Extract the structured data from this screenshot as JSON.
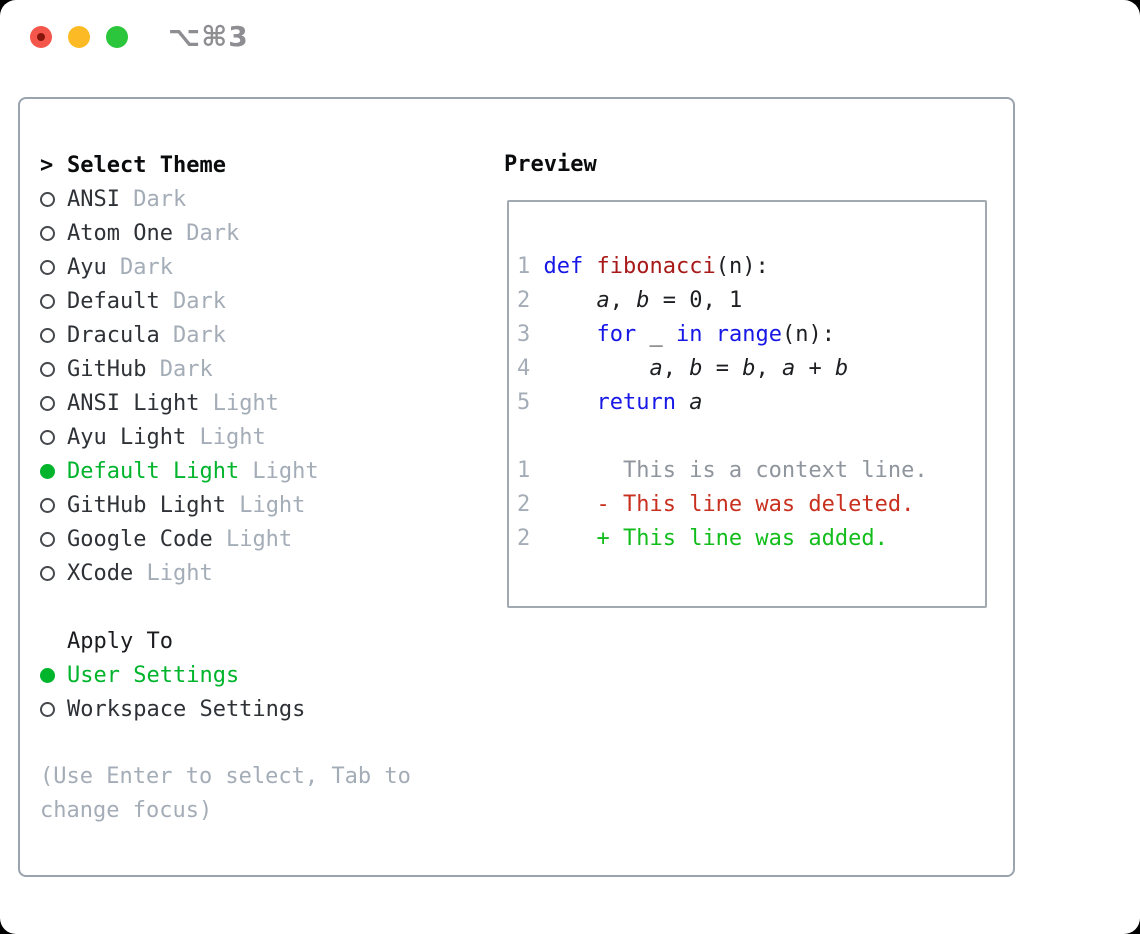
{
  "window": {
    "title": "⌥⌘3"
  },
  "theme_panel": {
    "header": {
      "prompt": ">",
      "label": "Select Theme"
    },
    "themes": [
      {
        "name": "ANSI",
        "variant": "Dark",
        "selected": false
      },
      {
        "name": "Atom One",
        "variant": "Dark",
        "selected": false
      },
      {
        "name": "Ayu",
        "variant": "Dark",
        "selected": false
      },
      {
        "name": "Default",
        "variant": "Dark",
        "selected": false
      },
      {
        "name": "Dracula",
        "variant": "Dark",
        "selected": false
      },
      {
        "name": "GitHub",
        "variant": "Dark",
        "selected": false
      },
      {
        "name": "ANSI Light",
        "variant": "Light",
        "selected": false
      },
      {
        "name": "Ayu Light",
        "variant": "Light",
        "selected": false
      },
      {
        "name": "Default Light",
        "variant": "Light",
        "selected": true
      },
      {
        "name": "GitHub Light",
        "variant": "Light",
        "selected": false
      },
      {
        "name": "Google Code",
        "variant": "Light",
        "selected": false
      },
      {
        "name": "XCode",
        "variant": "Light",
        "selected": false
      }
    ],
    "apply_to": {
      "label": "Apply To",
      "options": [
        {
          "label": "User Settings",
          "selected": true
        },
        {
          "label": "Workspace Settings",
          "selected": false
        }
      ]
    },
    "help": "(Use Enter to select, Tab to change focus)"
  },
  "preview": {
    "title": "Preview",
    "lines": [
      {
        "num": "1",
        "tokens": [
          {
            "t": "def",
            "c": "kw"
          },
          {
            "t": " "
          },
          {
            "t": "fibonacci",
            "c": "fn"
          },
          {
            "t": "(n):"
          }
        ]
      },
      {
        "num": "2",
        "tokens": [
          {
            "t": "    "
          },
          {
            "t": "a",
            "c": "var"
          },
          {
            "t": ", "
          },
          {
            "t": "b",
            "c": "var"
          },
          {
            "t": " = 0, 1"
          }
        ]
      },
      {
        "num": "3",
        "tokens": [
          {
            "t": "    "
          },
          {
            "t": "for",
            "c": "kw"
          },
          {
            "t": " _ "
          },
          {
            "t": "in",
            "c": "kw"
          },
          {
            "t": " "
          },
          {
            "t": "range",
            "c": "kw"
          },
          {
            "t": "(n):"
          }
        ]
      },
      {
        "num": "4",
        "tokens": [
          {
            "t": "        "
          },
          {
            "t": "a",
            "c": "var"
          },
          {
            "t": ", "
          },
          {
            "t": "b",
            "c": "var"
          },
          {
            "t": " = "
          },
          {
            "t": "b",
            "c": "var"
          },
          {
            "t": ", "
          },
          {
            "t": "a",
            "c": "var"
          },
          {
            "t": " + "
          },
          {
            "t": "b",
            "c": "var"
          }
        ]
      },
      {
        "num": "5",
        "tokens": [
          {
            "t": "    "
          },
          {
            "t": "return",
            "c": "kw"
          },
          {
            "t": " "
          },
          {
            "t": "a",
            "c": "var"
          }
        ]
      },
      {
        "num": "",
        "tokens": []
      },
      {
        "num": "1",
        "tokens": [
          {
            "t": "      This is a context line.",
            "c": "ctx"
          }
        ]
      },
      {
        "num": "2",
        "tokens": [
          {
            "t": "    - This line was deleted.",
            "c": "del"
          }
        ]
      },
      {
        "num": "2",
        "tokens": [
          {
            "t": "    + This line was added.",
            "c": "add"
          }
        ]
      }
    ]
  },
  "colors": {
    "selected_green": "#00b42c",
    "added_green": "#12bd1c",
    "deleted_red": "#c8301f",
    "keyword_blue": "#1717e6",
    "function_name_red": "#a81a1a",
    "muted_gray": "#a4adb7",
    "panel_border_gray": "#9aa3ae",
    "traffic_red": "#f5564c",
    "traffic_yellow": "#fcbb25",
    "traffic_green": "#2cc63c"
  }
}
